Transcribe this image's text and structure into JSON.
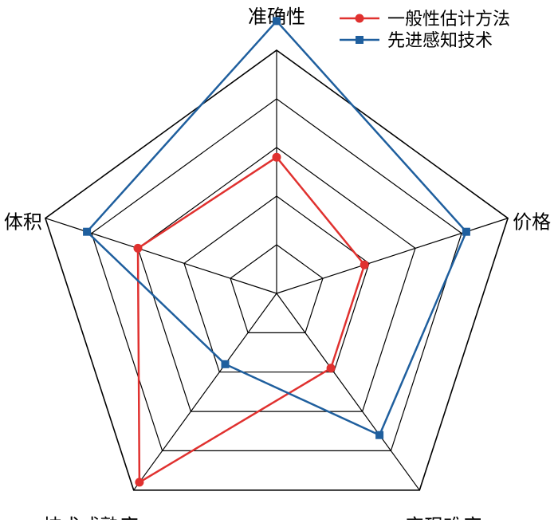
{
  "chart_data": {
    "type": "radar",
    "axes": [
      "准确性",
      "价格",
      "实现难度",
      "技术成熟度",
      "体积"
    ],
    "rmax": 5,
    "rings": [
      1,
      2,
      3,
      4,
      5
    ],
    "grid": true,
    "legend_position": "top-right",
    "series": [
      {
        "name": "一般性估计方法",
        "color": "#e0312f",
        "marker": "circle",
        "values": [
          2.8,
          1.9,
          1.9,
          4.8,
          3.0
        ]
      },
      {
        "name": "先进感知技术",
        "color": "#1f5f9e",
        "marker": "square",
        "values": [
          5.6,
          4.1,
          3.6,
          1.8,
          4.1
        ]
      }
    ]
  }
}
